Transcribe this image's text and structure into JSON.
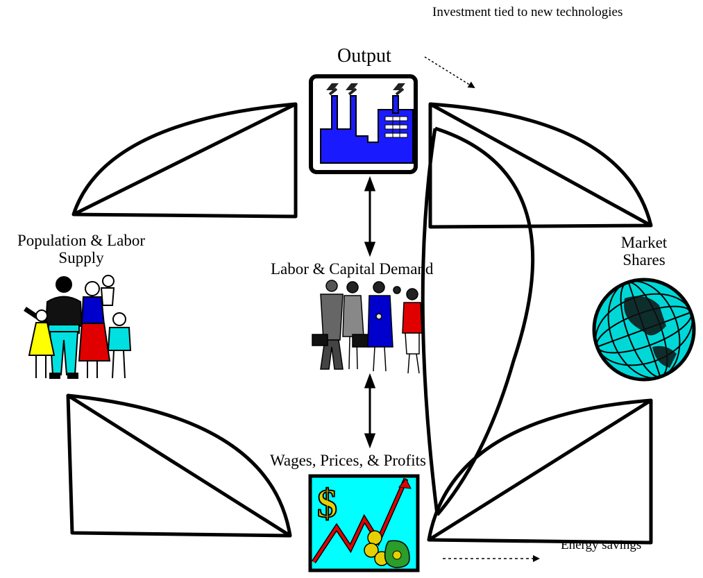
{
  "labels": {
    "output": "Output",
    "investment": "Investment tied to new technologies",
    "population_line1": "Population & Labor",
    "population_line2": "Supply",
    "labor_capital": "Labor & Capital Demand",
    "market_line1": "Market",
    "market_line2": "Shares",
    "wages": "Wages, Prices, & Profits",
    "energy": "Energy savings",
    "dollar_sign": "$"
  },
  "icons": {
    "factory": "factory-icon",
    "family": "family-icon",
    "workers": "workers-icon",
    "globe": "globe-icon",
    "price_chart": "price-chart-icon",
    "money_bag": "money-bag-icon"
  },
  "colors": {
    "factory_blue": "#1a1aff",
    "chart_bg": "#00ffff",
    "chart_line": "#e00000",
    "globe_cyan": "#00d8d8",
    "dollar_yellow": "#e8d000",
    "dress_yellow": "#ffff00",
    "dress_red": "#e00000",
    "shirt_blue": "#0000cc",
    "pants_cyan": "#00e0e0"
  }
}
